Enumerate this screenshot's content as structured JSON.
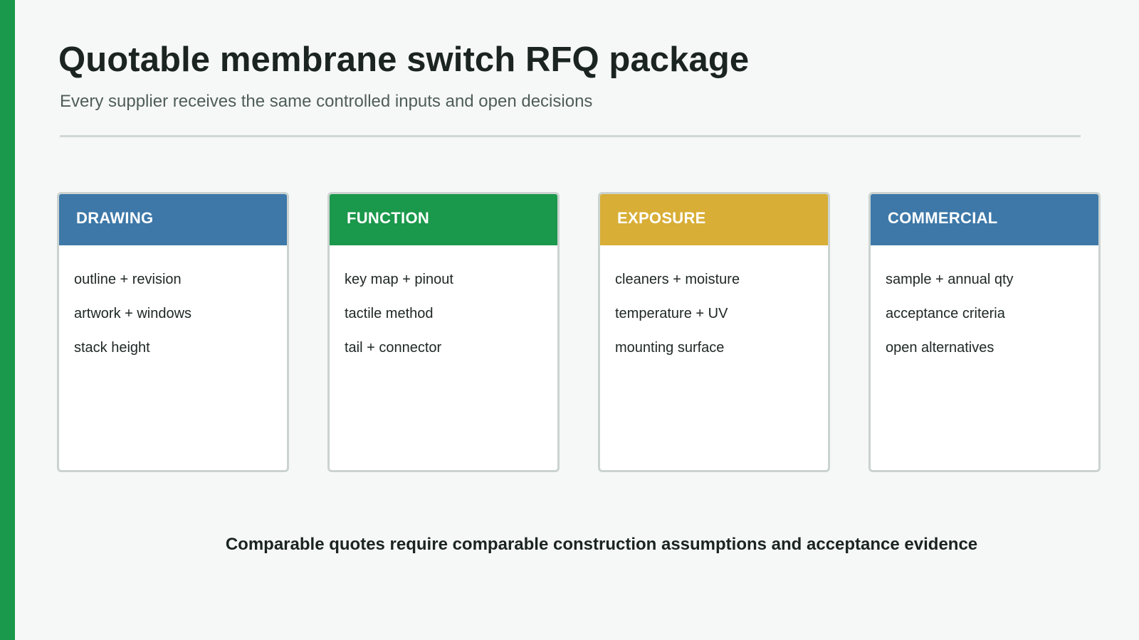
{
  "header": {
    "title": "Quotable membrane switch RFQ package",
    "subtitle": "Every supplier receives the same controlled inputs and open decisions"
  },
  "colors": {
    "accent_bar": "#1a984b",
    "drawing": "#3d78a8",
    "function": "#1a984b",
    "exposure": "#d8ae36",
    "commercial": "#3d78a8"
  },
  "cards": [
    {
      "title": "DRAWING",
      "items": [
        "outline + revision",
        "artwork + windows",
        "stack height"
      ]
    },
    {
      "title": "FUNCTION",
      "items": [
        "key map + pinout",
        "tactile method",
        "tail + connector"
      ]
    },
    {
      "title": "EXPOSURE",
      "items": [
        "cleaners + moisture",
        "temperature + UV",
        "mounting surface"
      ]
    },
    {
      "title": "COMMERCIAL",
      "items": [
        "sample + annual qty",
        "acceptance criteria",
        "open alternatives"
      ]
    }
  ],
  "footer": {
    "statement": "Comparable quotes require comparable construction assumptions and acceptance evidence"
  }
}
